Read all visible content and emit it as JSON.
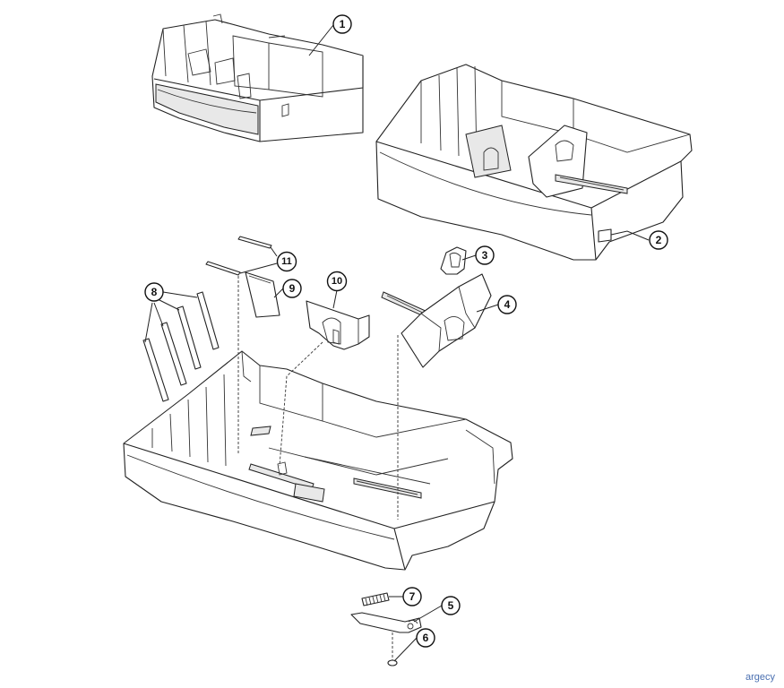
{
  "callouts": {
    "c1": "1",
    "c2": "2",
    "c3": "3",
    "c4": "4",
    "c5": "5",
    "c6": "6",
    "c7": "7",
    "c8": "8",
    "c9": "9",
    "c10": "10",
    "c11": "11"
  },
  "watermark": "argecy"
}
